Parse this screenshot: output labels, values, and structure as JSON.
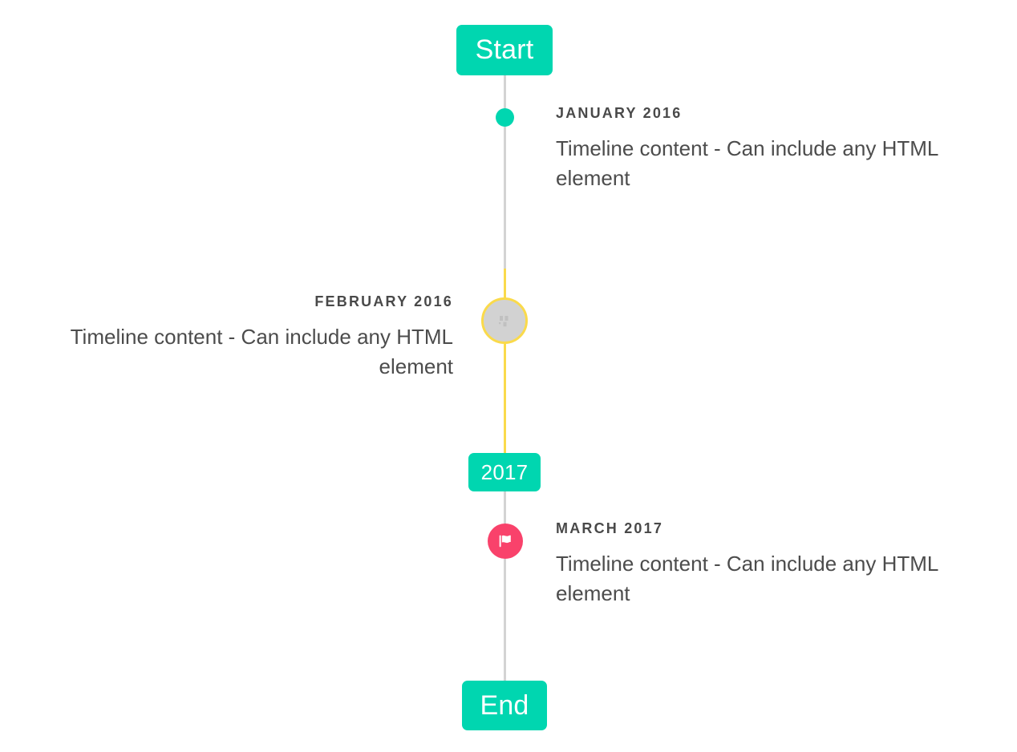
{
  "timeline": {
    "start_badge": {
      "label": "Start",
      "color": "#00d6b0"
    },
    "year_badge": {
      "label": "2017",
      "color": "#00d6b0"
    },
    "end_badge": {
      "label": "End",
      "color": "#00d6b0"
    },
    "line_colors": {
      "default": "#d3d3d3",
      "highlight": "#fada4b"
    },
    "events": [
      {
        "date": "JANUARY 2016",
        "body": "Timeline content - Can include any HTML element",
        "side": "right",
        "marker": "dot-icon",
        "marker_color": "#00d6b0"
      },
      {
        "date": "FEBRUARY 2016",
        "body": "Timeline content - Can include any HTML element",
        "side": "left",
        "marker": "broken-image-icon",
        "marker_color": "#d2d2d2",
        "marker_ring_color": "#fada4b"
      },
      {
        "date": "MARCH 2017",
        "body": "Timeline content - Can include any HTML element",
        "side": "right",
        "marker": "flag-icon",
        "marker_color": "#f9426b"
      }
    ]
  }
}
